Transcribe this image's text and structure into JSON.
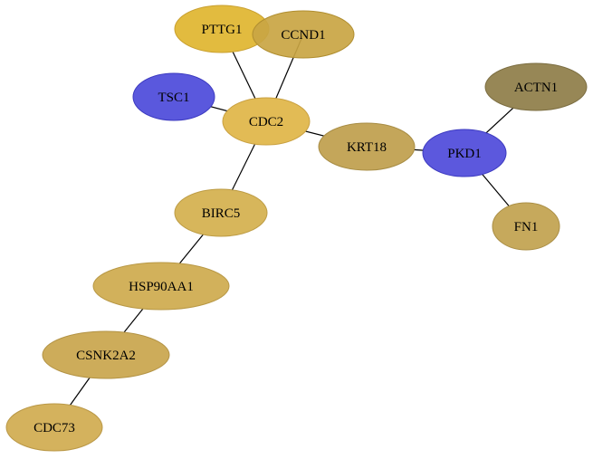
{
  "graph": {
    "nodes": [
      {
        "id": "PTTG1",
        "label": "PTTG1",
        "fill": "#e2bb3f",
        "stroke": "#c9a030"
      },
      {
        "id": "CCND1",
        "label": "CCND1",
        "fill": "#c9a543",
        "stroke": "#b08e30"
      },
      {
        "id": "TSC1",
        "label": "TSC1",
        "fill": "#5a58dd",
        "stroke": "#3d3bc0"
      },
      {
        "id": "CDC2",
        "label": "CDC2",
        "fill": "#e2bb55",
        "stroke": "#c9a040"
      },
      {
        "id": "KRT18",
        "label": "KRT18",
        "fill": "#c4a65a",
        "stroke": "#a88d45"
      },
      {
        "id": "PKD1",
        "label": "PKD1",
        "fill": "#5c58dd",
        "stroke": "#3d3bc0"
      },
      {
        "id": "ACTN1",
        "label": "ACTN1",
        "fill": "#978756",
        "stroke": "#7c6e42"
      },
      {
        "id": "FN1",
        "label": "FN1",
        "fill": "#c6a95c",
        "stroke": "#ab8f46"
      },
      {
        "id": "BIRC5",
        "label": "BIRC5",
        "fill": "#d7b65b",
        "stroke": "#bd9c45"
      },
      {
        "id": "HSP90AA1",
        "label": "HSP90AA1",
        "fill": "#d2b15b",
        "stroke": "#b89845"
      },
      {
        "id": "CSNK2A2",
        "label": "CSNK2A2",
        "fill": "#cdac5a",
        "stroke": "#b39345"
      },
      {
        "id": "CDC73",
        "label": "CDC73",
        "fill": "#d4b25d",
        "stroke": "#ba9847"
      }
    ],
    "edges": [
      [
        "PTTG1",
        "CDC2"
      ],
      [
        "CCND1",
        "CDC2"
      ],
      [
        "TSC1",
        "CDC2"
      ],
      [
        "CDC2",
        "KRT18"
      ],
      [
        "CDC2",
        "BIRC5"
      ],
      [
        "KRT18",
        "PKD1"
      ],
      [
        "PKD1",
        "ACTN1"
      ],
      [
        "PKD1",
        "FN1"
      ],
      [
        "BIRC5",
        "HSP90AA1"
      ],
      [
        "HSP90AA1",
        "CSNK2A2"
      ],
      [
        "CSNK2A2",
        "CDC73"
      ]
    ]
  }
}
